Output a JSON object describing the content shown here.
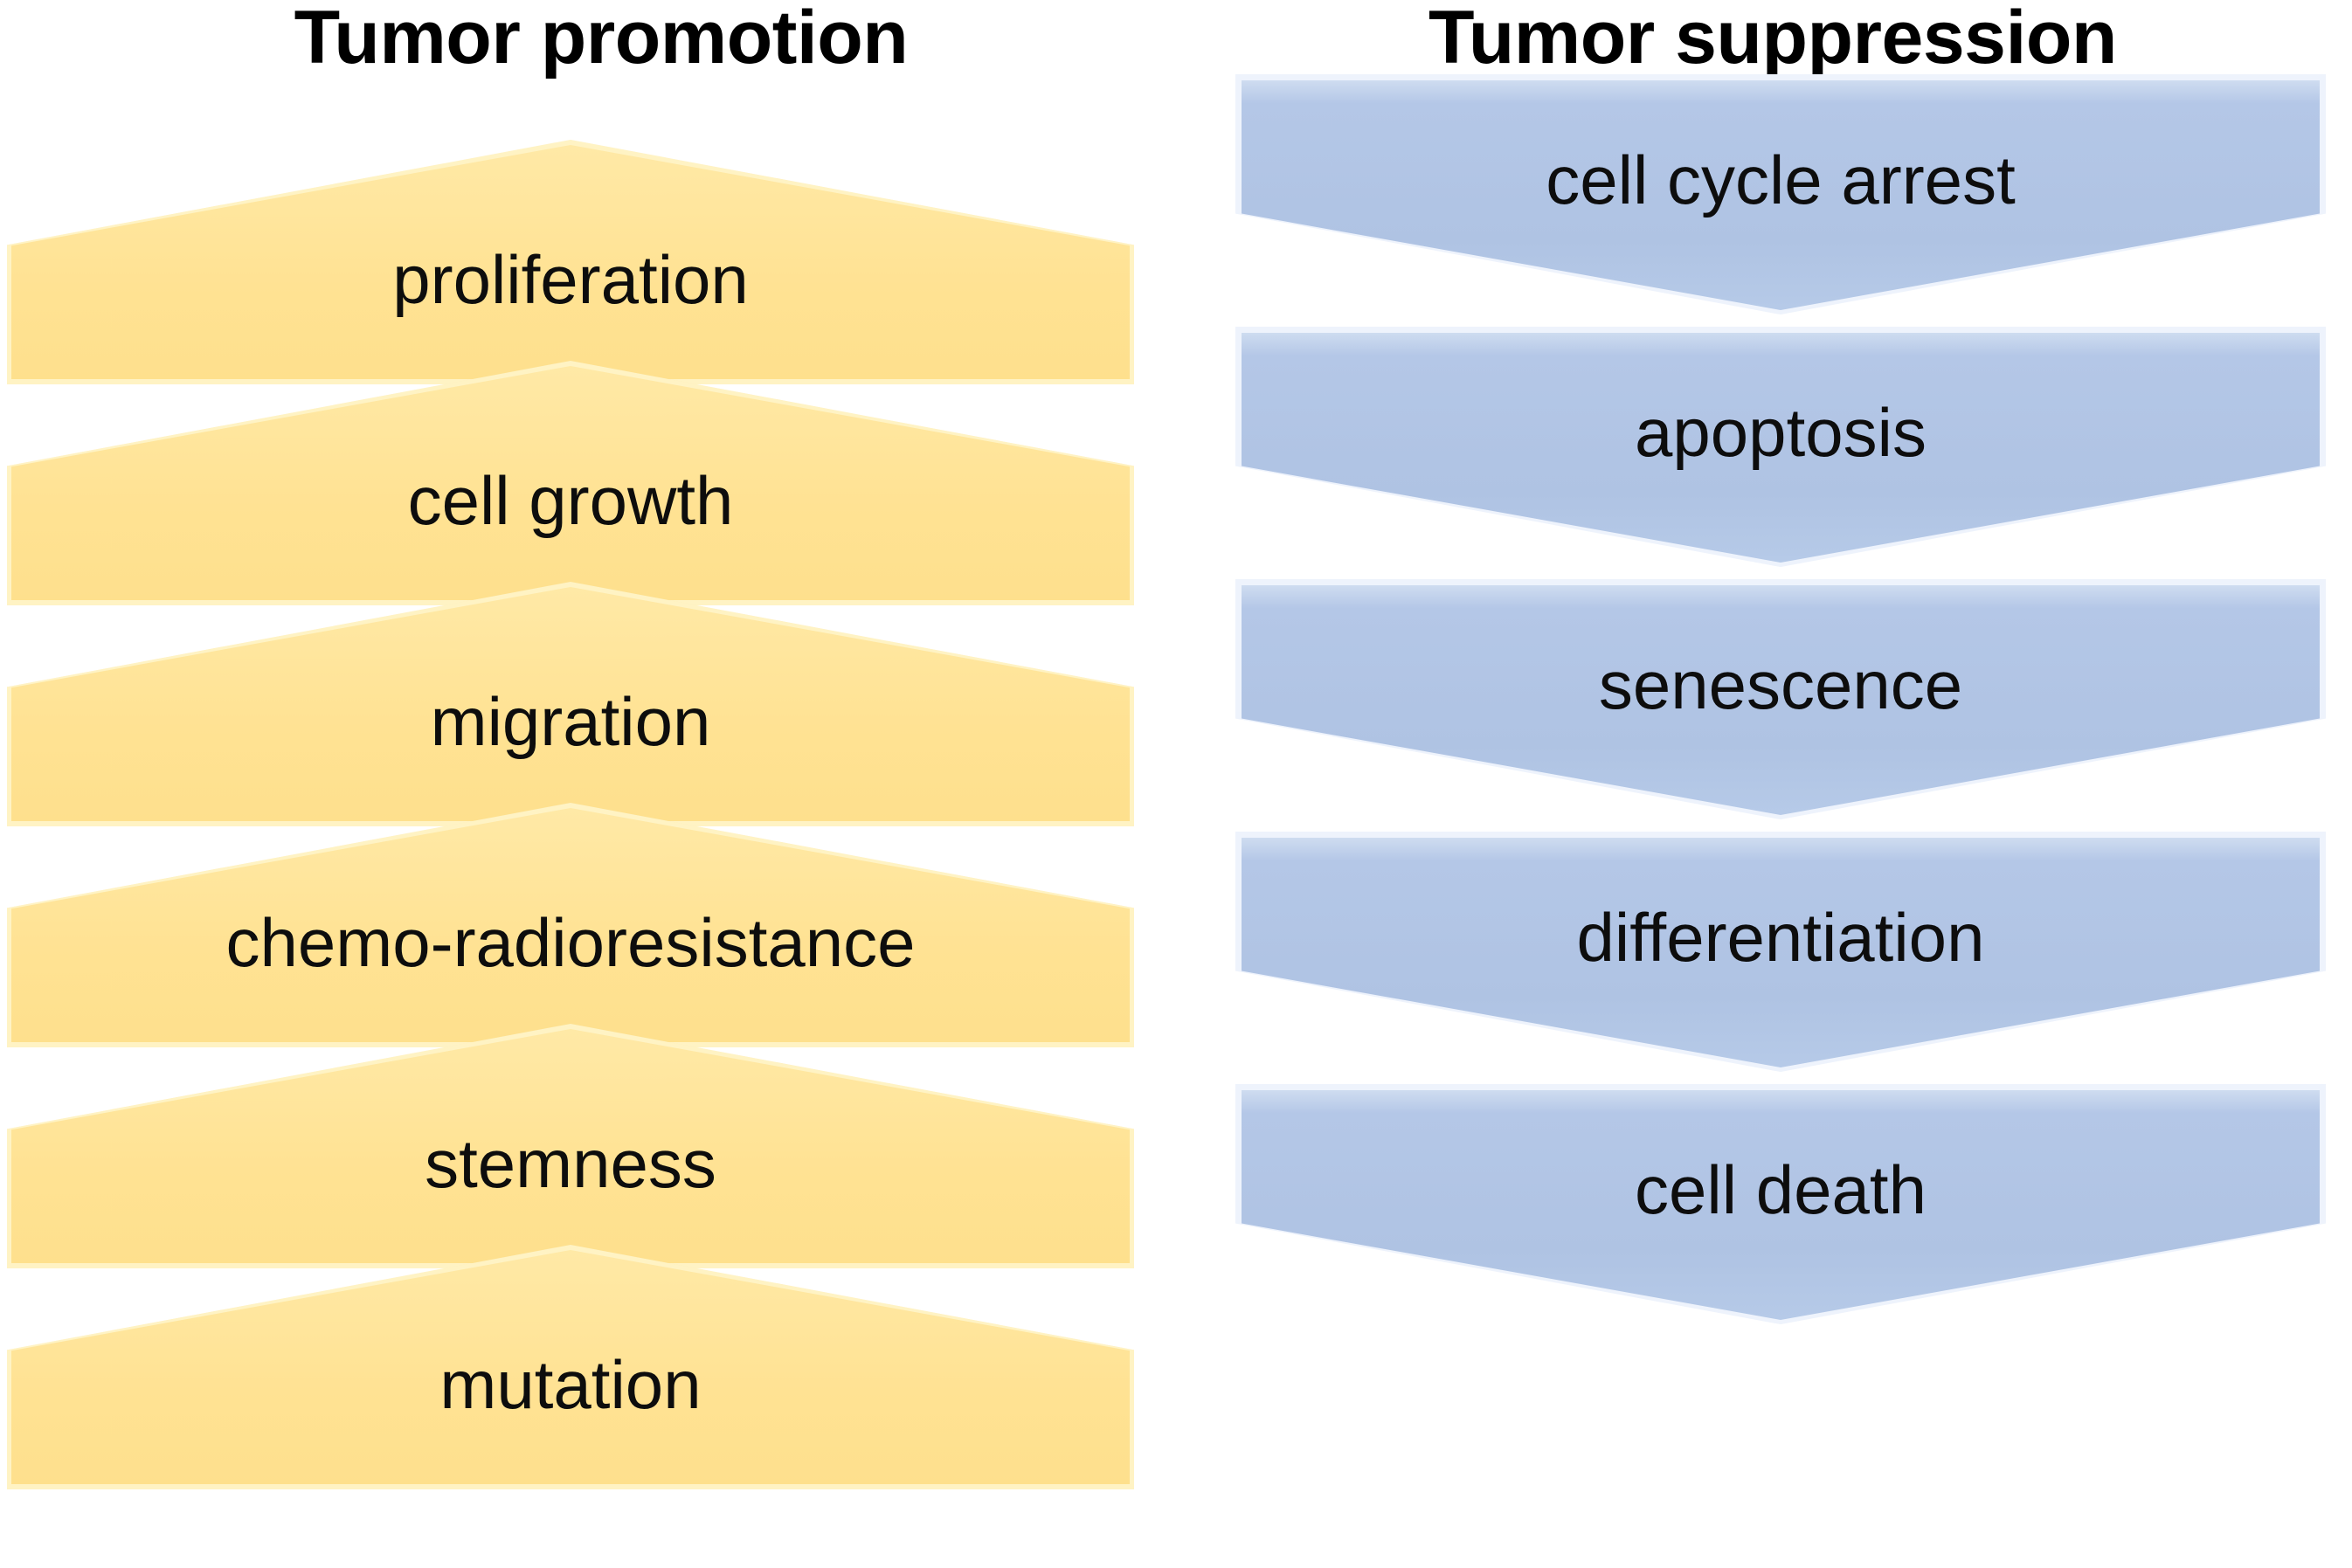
{
  "columns": [
    {
      "key": "promotion",
      "title": "Tumor promotion",
      "direction": "up",
      "fill": "#ffe293",
      "outline": "#fff3c4",
      "items": [
        {
          "label": "proliferation"
        },
        {
          "label": "cell growth"
        },
        {
          "label": "migration"
        },
        {
          "label": "chemo-radioresistance"
        },
        {
          "label": "stemness"
        },
        {
          "label": "mutation"
        }
      ]
    },
    {
      "key": "suppression",
      "title": "Tumor suppression",
      "direction": "down",
      "fill": "#afc3e3",
      "outline": "#eef3fc",
      "items": [
        {
          "label": "cell cycle arrest"
        },
        {
          "label": "apoptosis"
        },
        {
          "label": "senescence"
        },
        {
          "label": "differentiation"
        },
        {
          "label": "cell death"
        }
      ]
    }
  ],
  "text_color": "#0d0d0d",
  "background": "#ffffff"
}
